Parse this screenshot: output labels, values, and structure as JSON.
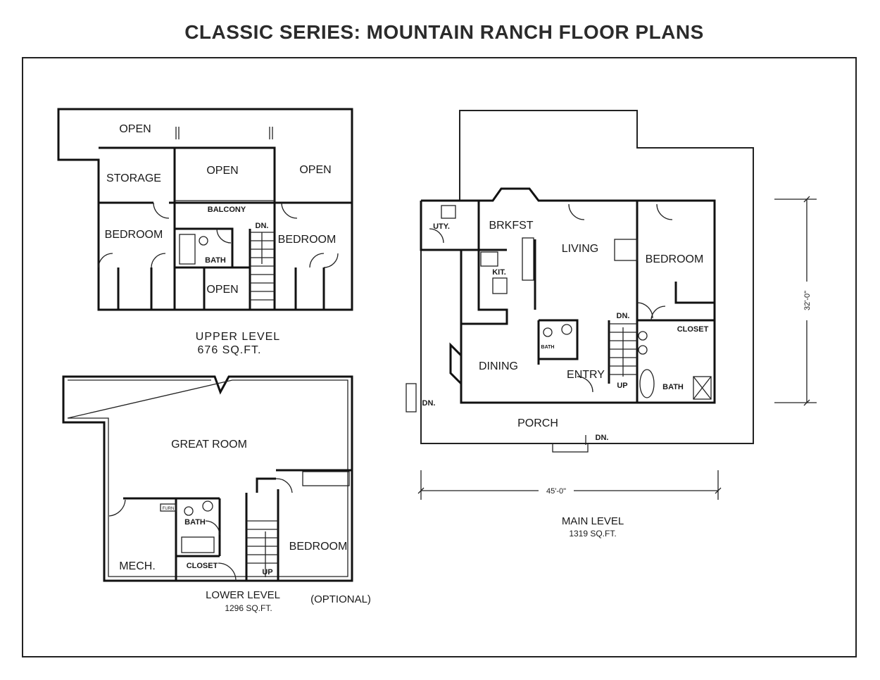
{
  "title": "CLASSIC SERIES: MOUNTAIN RANCH FLOOR PLANS",
  "upper_level": {
    "rooms": [
      "OPEN",
      "STORAGE",
      "OPEN",
      "OPEN",
      "BALCONY",
      "BEDROOM",
      "BEDROOM",
      "BATH",
      "DN.",
      "OPEN"
    ],
    "name": "UPPER LEVEL",
    "area": "676 SQ.FT."
  },
  "lower_level": {
    "rooms": [
      "GREAT ROOM",
      "MECH.",
      "BATH",
      "CLOSET",
      "UP",
      "BEDROOM",
      "FURN"
    ],
    "name": "LOWER LEVEL",
    "area": "1296 SQ.FT.",
    "note": "(OPTIONAL)"
  },
  "main_level": {
    "rooms": [
      "UTY.",
      "BRKFST",
      "LIVING",
      "KIT.",
      "BEDROOM",
      "DN.",
      "CLOSET",
      "BATH",
      "DINING",
      "ENTRY",
      "UP",
      "BATH",
      "DN.",
      "PORCH",
      "DN."
    ],
    "width_dim": "45'-0\"",
    "depth_dim": "32'-0\"",
    "name": "MAIN LEVEL",
    "area": "1319 SQ.FT."
  }
}
